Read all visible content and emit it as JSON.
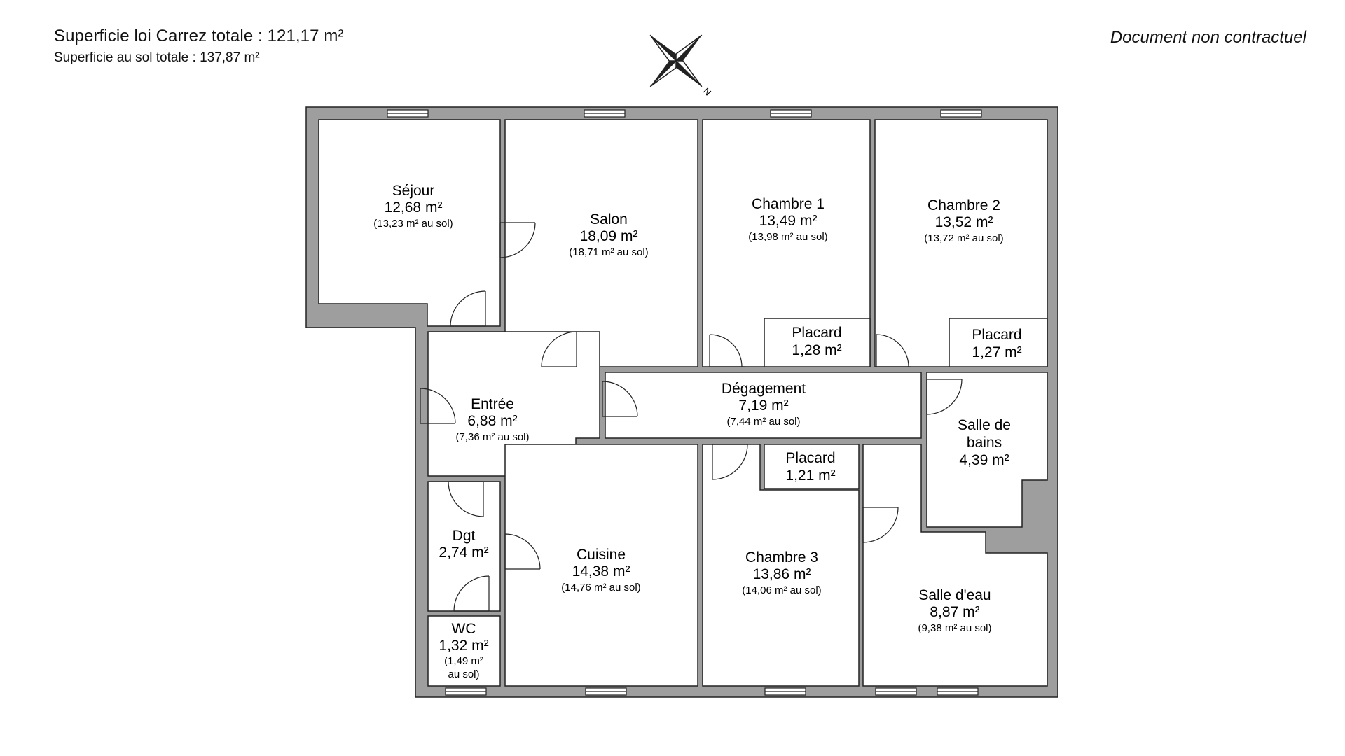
{
  "header": {
    "carrez": "Superficie loi Carrez totale :  121,17 m²",
    "sol": "Superficie au sol totale :  137,87 m²",
    "disclaimer": "Document non contractuel"
  },
  "compass": {
    "north_label": "N"
  },
  "rooms": {
    "sejour": {
      "name": "Séjour",
      "area": "12,68 m²",
      "sol": "(13,23 m² au sol)"
    },
    "salon": {
      "name": "Salon",
      "area": "18,09 m²",
      "sol": "(18,71 m² au sol)"
    },
    "chambre1": {
      "name": "Chambre 1",
      "area": "13,49 m²",
      "sol": "(13,98 m² au sol)"
    },
    "chambre2": {
      "name": "Chambre 2",
      "area": "13,52 m²",
      "sol": "(13,72 m² au sol)"
    },
    "placard1": {
      "name": "Placard",
      "area": "1,28 m²"
    },
    "placard2": {
      "name": "Placard",
      "area": "1,27 m²"
    },
    "entree": {
      "name": "Entrée",
      "area": "6,88 m²",
      "sol": "(7,36 m² au sol)"
    },
    "degagement": {
      "name": "Dégagement",
      "area": "7,19 m²",
      "sol": "(7,44 m² au sol)"
    },
    "sdb": {
      "name_line1": "Salle de",
      "name_line2": "bains",
      "area": "4,39 m²"
    },
    "placard3": {
      "name": "Placard",
      "area": "1,21 m²"
    },
    "dgt": {
      "name": "Dgt",
      "area": "2,74 m²"
    },
    "cuisine": {
      "name": "Cuisine",
      "area": "14,38 m²",
      "sol": "(14,76 m² au sol)"
    },
    "chambre3": {
      "name": "Chambre 3",
      "area": "13,86 m²",
      "sol": "(14,06 m² au sol)"
    },
    "salle_eau": {
      "name": "Salle d'eau",
      "area": "8,87 m²",
      "sol": "(9,38 m² au sol)"
    },
    "wc": {
      "name": "WC",
      "area": "1,32 m²",
      "sol_line1": "(1,49 m²",
      "sol_line2": "au sol)"
    }
  }
}
